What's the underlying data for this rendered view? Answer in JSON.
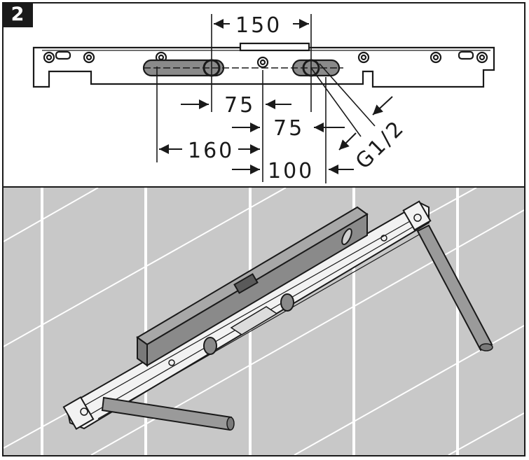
{
  "step": {
    "number": "2"
  },
  "dimensions": {
    "d150": "150",
    "d75_upper": "75",
    "d75_lower": "75",
    "d160": "160",
    "d100": "100",
    "thread": "G1/2"
  },
  "colors": {
    "tile": "#c8c8c8",
    "grout": "#ffffff",
    "level": "#8a8a8a",
    "line": "#1a1a1a",
    "rod": "#9a9a9a"
  }
}
